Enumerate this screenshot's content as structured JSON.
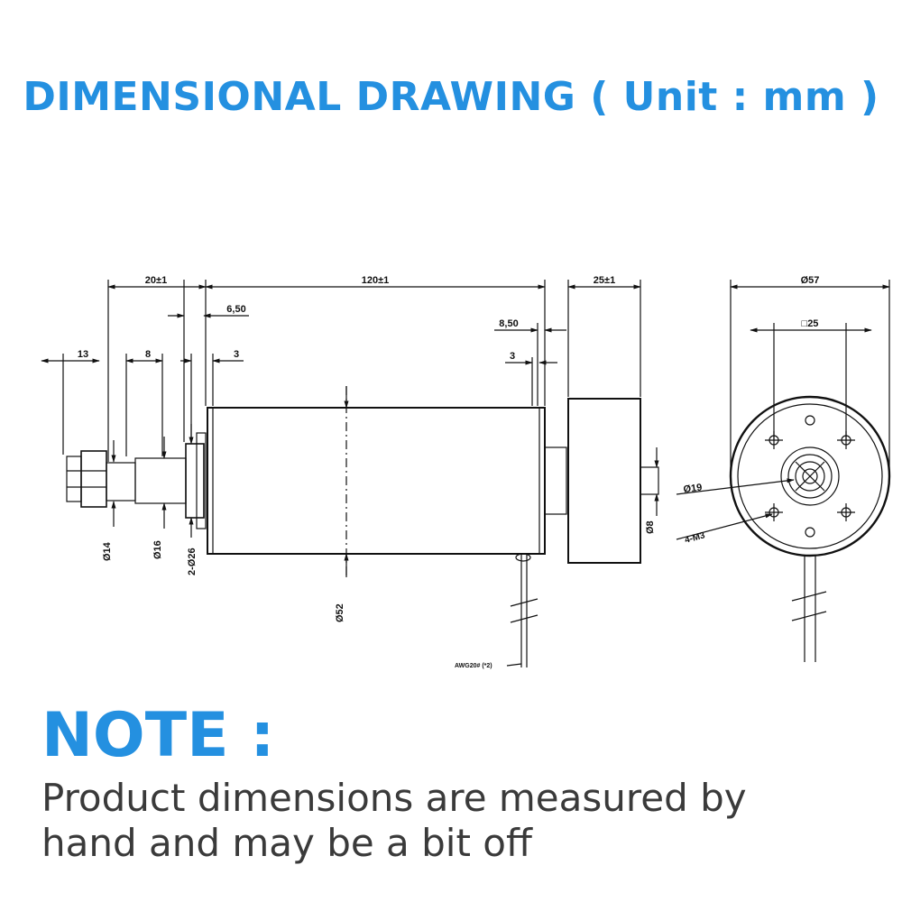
{
  "header": {
    "title": "DIMENSIONAL DRAWING ( Unit : mm )"
  },
  "dimensions": {
    "d20": "20±1",
    "d120": "120±1",
    "d25": "25±1",
    "d57": "Ø57",
    "sq25": "□25",
    "d650": "6,50",
    "d850": "8,50",
    "d13": "13",
    "d8": "8",
    "d3a": "3",
    "d3b": "3",
    "dia14": "Ø14",
    "dia16": "Ø16",
    "dia26": "2-Ø26",
    "dia52": "Ø52",
    "dia8": "Ø8",
    "dia19": "Ø19",
    "holes": "4-M3",
    "wire": "AWG20# (*2)"
  },
  "note": {
    "heading": "NOTE :",
    "body": "Product dimensions are measured by hand and may be a bit off"
  }
}
